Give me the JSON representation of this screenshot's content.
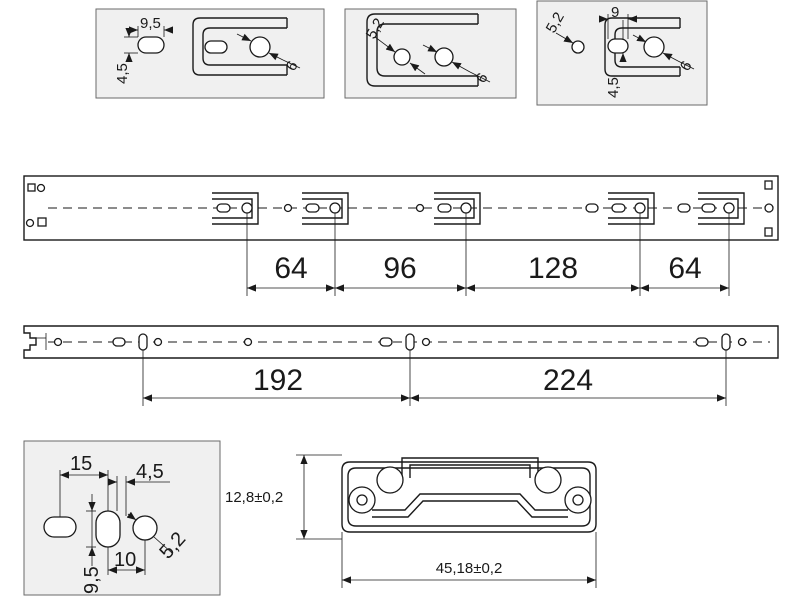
{
  "details": {
    "detail1": {
      "slot_width": "9,5",
      "slot_height": "4,5",
      "hole_dia": "6"
    },
    "detail2": {
      "small_hole": "5,2",
      "hole_dia": "6"
    },
    "detail3": {
      "small_hole": "5,2",
      "spacing": "9",
      "slot_height": "4,5",
      "hole_dia": "6"
    },
    "detail4": {
      "dist_15": "15",
      "slot_4_5": "4,5",
      "hole_5_2": "5,2",
      "height_9_5": "9,5",
      "dist_10": "10"
    }
  },
  "rail_top": {
    "spacings": [
      "64",
      "96",
      "128",
      "64"
    ]
  },
  "rail_bottom": {
    "spacings": [
      "192",
      "224"
    ]
  },
  "profile": {
    "height": "12,8±0,2",
    "width": "45,18±0,2"
  }
}
